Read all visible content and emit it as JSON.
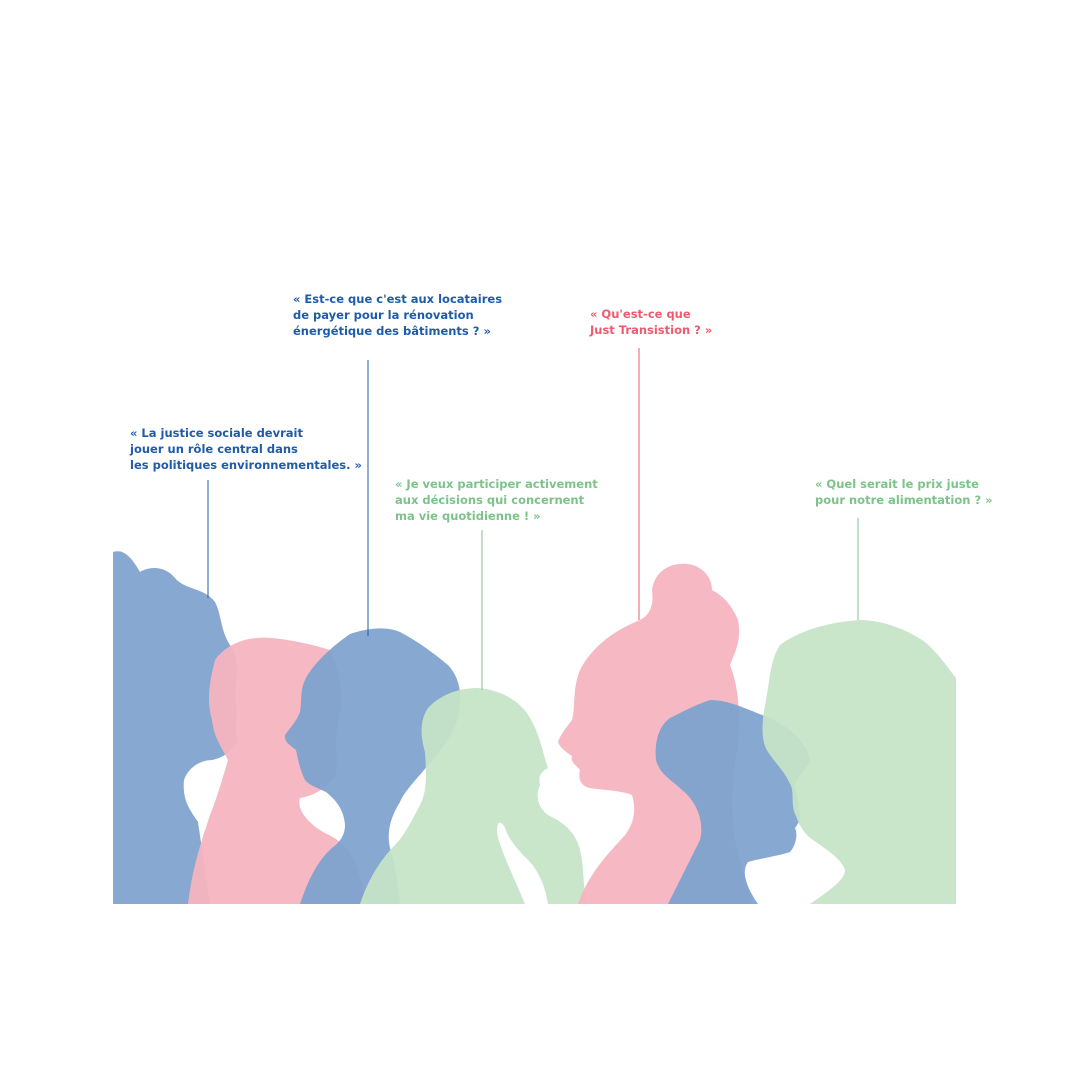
{
  "colors": {
    "blue": "#1f5bab",
    "pink": "#f05a6e",
    "green": "#7cc38a",
    "silhouette_blue": "#7fa3cf",
    "silhouette_pink": "#f5b5c0",
    "silhouette_green": "#c6e4c7"
  },
  "quotes": [
    {
      "lines": [
        "« La justice sociale devrait",
        "jouer un rôle central dans",
        "les politiques environnementales. »"
      ],
      "color": "#1f5bab"
    },
    {
      "lines": [
        "« Est-ce que c'est aux locataires",
        "de payer pour la rénovation",
        "énergétique des bâtiments ? »"
      ],
      "color": "#1f5bab"
    },
    {
      "lines": [
        "« Je veux participer activement",
        "aux décisions qui concernent",
        "ma vie quotidienne ! »"
      ],
      "color": "#7cc38a"
    },
    {
      "lines": [
        "« Qu'est-ce que",
        "Just Transistion ? »"
      ],
      "color": "#f05a6e"
    },
    {
      "lines": [
        "« Quel serait le prix juste",
        "pour notre alimentation ? »"
      ],
      "color": "#7cc38a"
    }
  ]
}
